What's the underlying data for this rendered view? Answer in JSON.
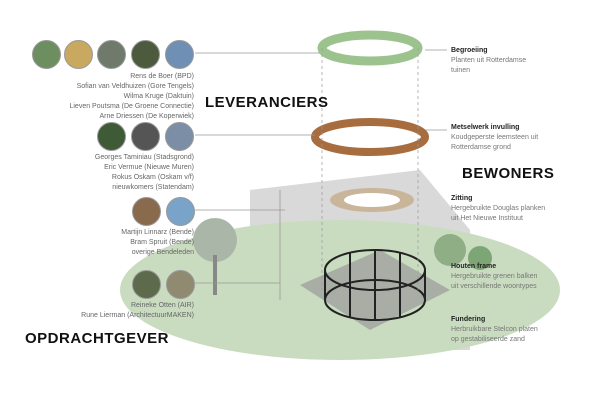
{
  "groups": [
    {
      "names": [
        "Rens de Boer (BPD)",
        "Sofian van Veldhuizen (Gore Tengels)",
        "Wilma Kruge (Daktuin)",
        "Lieven Poutsma (De Groene Connectie)",
        "Arne Driessen (De Koperwiek)"
      ],
      "avatars": 5
    },
    {
      "names": [
        "Georges Taminiau (Stadsgrond)",
        "Eric Vermue (Nieuwe Muren)",
        "Rokus Oskam (Oskam v/f)",
        "nieuwkomers (Statendam)"
      ],
      "avatars": 3
    },
    {
      "names": [
        "Martijn Linnarz (Bende)",
        "Bram Spruit (Bende)",
        "overige Bendeleden"
      ],
      "avatars": 2
    },
    {
      "names": [
        "Reineke Otten (AIR)",
        "Rune Lierman (ArchitectuurMAKEN)"
      ],
      "avatars": 2
    }
  ],
  "headings": {
    "leveranciers": "LEVERANCIERS",
    "bewoners": "BEWONERS",
    "opdrachtgever": "OPDRACHTGEVER"
  },
  "layers": [
    {
      "title": "Begroeiing",
      "desc1": "Planten uit Rotterdamse",
      "desc2": "tuinen"
    },
    {
      "title": "Metselwerk invulling",
      "desc1": "Koudgeperste leemsteen uit",
      "desc2": "Rotterdamse grond"
    },
    {
      "title": "Zitting",
      "desc1": "Hergebruikte Douglas planken",
      "desc2": "uit Het Nieuwe Instituut"
    },
    {
      "title": "Houten frame",
      "desc1": "Hergebruikte grenen balken",
      "desc2": "uit verschillende woontypes"
    },
    {
      "title": "Fundering",
      "desc1": "Herbruikbare Stelcon platen",
      "desc2": "op gestabiliseerde zand"
    }
  ]
}
